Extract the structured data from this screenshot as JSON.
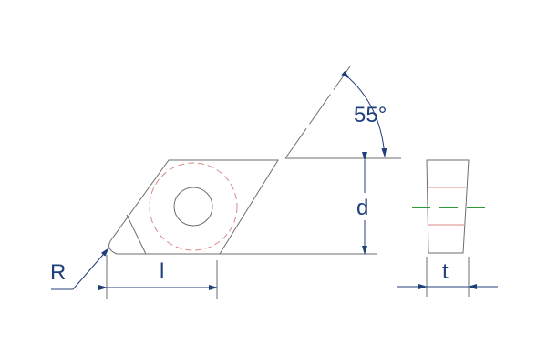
{
  "diagram": {
    "labels": {
      "angle": "55°",
      "d": "d",
      "l": "l",
      "t": "t",
      "r": "R"
    },
    "colors": {
      "outline": "#6e6e6e",
      "dimension": "#1f3f7a",
      "hidden": "#d98a8a",
      "center": "#2e9a35"
    }
  }
}
